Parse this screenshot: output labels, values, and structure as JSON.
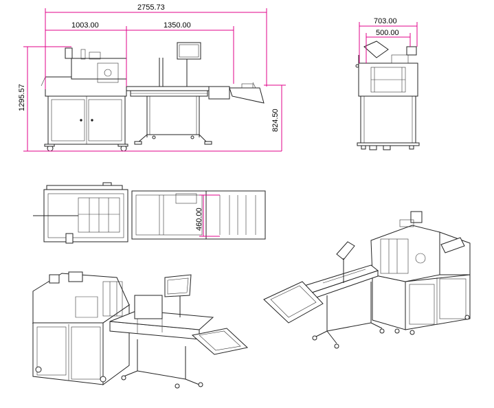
{
  "dimensions": {
    "front_total_length": "2755.73",
    "front_feeder_length": "1003.00",
    "front_conveyor_length": "1350.00",
    "front_total_height": "1295.57",
    "front_table_height": "824.50",
    "side_total_width": "703.00",
    "side_body_width": "500.00",
    "top_conveyor_width": "460.00"
  },
  "colors": {
    "dimension_lines": "#e0008a",
    "linework": "#222222"
  }
}
